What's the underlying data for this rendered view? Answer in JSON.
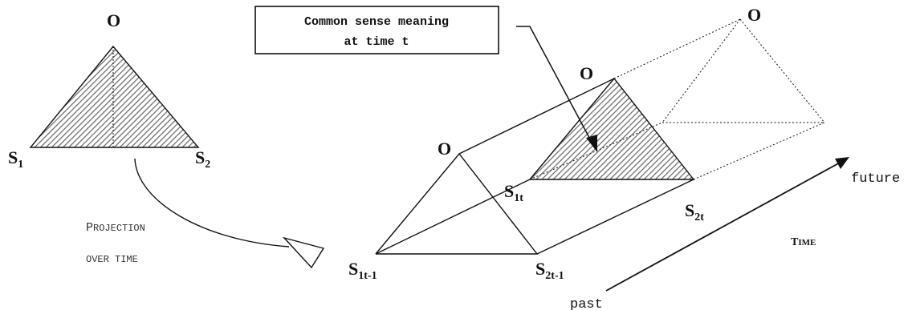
{
  "vertices": {
    "left_triangle": {
      "top": "O",
      "left": "S",
      "left_sub": "1",
      "right": "S",
      "right_sub": "2"
    },
    "prism": {
      "near_top": "O",
      "mid_top": "O",
      "far_top": "O",
      "near_left": "S",
      "near_left_sub": "1t-1",
      "near_right": "S",
      "near_right_sub": "2t-1",
      "mid_left": "S",
      "mid_left_sub": "1t",
      "mid_right": "S",
      "mid_right_sub": "2t"
    }
  },
  "callout": {
    "line1": "Common sense meaning",
    "line2": "at time t"
  },
  "projection": {
    "line1_first": "P",
    "line1_rest": "ROJECTION",
    "line2": "OVER TIME"
  },
  "time_axis": {
    "title_first": "T",
    "title_rest": "IME",
    "start": "past",
    "end": "future"
  },
  "colors": {
    "ink": "#111111",
    "hatch": "#666666",
    "background": "#ffffff"
  }
}
